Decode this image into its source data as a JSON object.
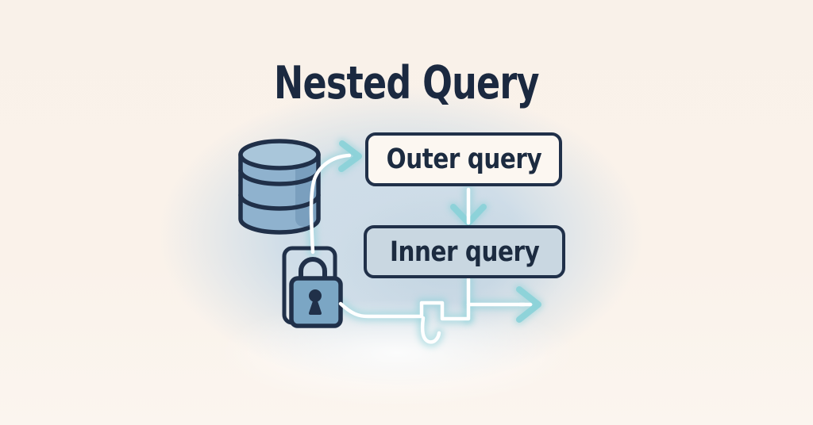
{
  "title": "Nested Query",
  "diagram": {
    "nodes": [
      {
        "id": "outer",
        "label": "Outer query"
      },
      {
        "id": "inner",
        "label": "Inner query"
      }
    ],
    "icons": [
      {
        "name": "database-icon"
      },
      {
        "name": "lock-icon"
      }
    ],
    "edges": [
      {
        "from": "database",
        "to": "outer"
      },
      {
        "from": "outer",
        "to": "inner"
      },
      {
        "from": "inner",
        "to": "right-out"
      },
      {
        "from": "lock",
        "to": "inner-junction"
      }
    ]
  },
  "colors": {
    "background": "#faf2ea",
    "ink": "#203049",
    "outer_box_fill": "#fcf7f1",
    "inner_box_fill": "#c9d7e1",
    "database_fill": "#8fb2ce",
    "database_top_fill": "#a9c6da",
    "lock_fill": "#7ba6c4",
    "arrow_glow": "#8ad1d8",
    "arrow_core": "#ffffff",
    "blob": "#cfdde8"
  }
}
